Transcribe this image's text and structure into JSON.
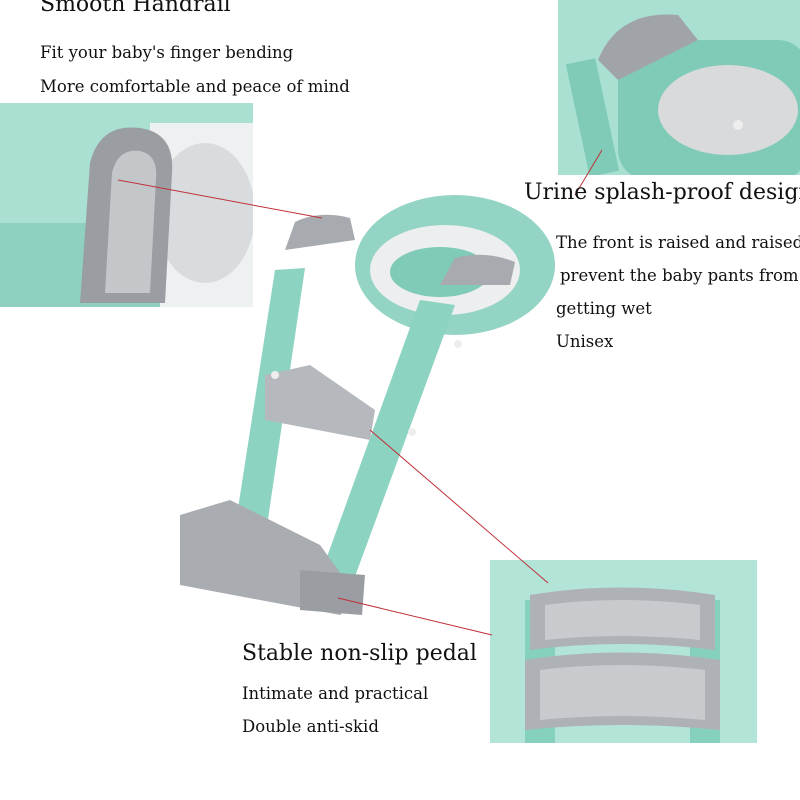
{
  "handrail": {
    "title": "Smooth Handrail",
    "lines": [
      "Fit your baby's finger bending",
      "More comfortable and peace of mind"
    ]
  },
  "splash": {
    "title": "Urine splash-proof design",
    "lines": [
      "The front is raised and raised to",
      "prevent the baby pants from",
      "getting wet",
      "Unisex"
    ]
  },
  "pedal": {
    "title": "Stable non-slip pedal",
    "lines": [
      "Intimate and practical",
      "Double anti-skid"
    ]
  },
  "colors": {
    "teal": "#9ad8c8",
    "grey": "#b9bcc0",
    "pointer": "#c0303a"
  }
}
